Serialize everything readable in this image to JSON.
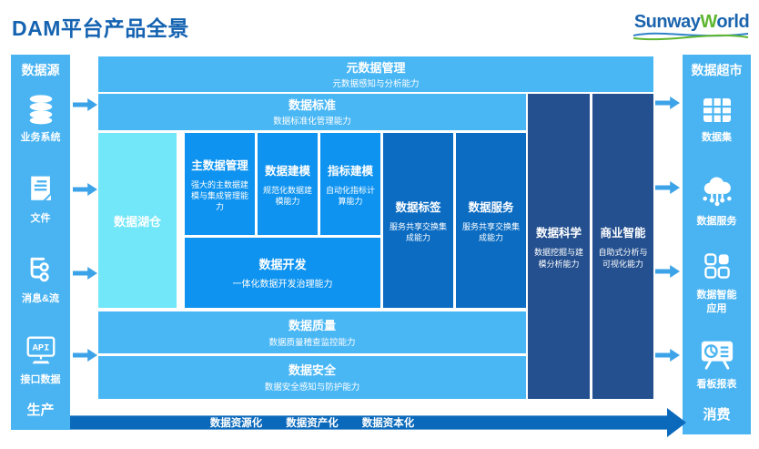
{
  "title": "DAM平台产品全景",
  "logo": {
    "blue1": "Sunway",
    "green": "W",
    "blue2": "orld"
  },
  "left_sidebar": {
    "header": "数据源",
    "items": [
      {
        "label": "业务系统",
        "icon": "database-icon"
      },
      {
        "label": "文件",
        "icon": "file-icon"
      },
      {
        "label": "消息&流",
        "icon": "stream-icon"
      },
      {
        "label": "接口数据",
        "icon": "api-icon",
        "icon_text": "API"
      }
    ],
    "footer": "生产"
  },
  "right_sidebar": {
    "header": "数据超市",
    "items": [
      {
        "label": "数据集",
        "icon": "dataset-grid-icon"
      },
      {
        "label": "数据服务",
        "icon": "cloud-service-icon"
      },
      {
        "label": "数据智能应用",
        "icon": "apps-icon"
      },
      {
        "label": "看板报表",
        "icon": "dashboard-board-icon"
      }
    ],
    "footer": "消费"
  },
  "boxes": {
    "metadata": {
      "title": "元数据管理",
      "subtitle": "元数据感知与分析能力"
    },
    "standards": {
      "title": "数据标准",
      "subtitle": "数据标准化管理能力"
    },
    "lake": {
      "title": "数据湖仓"
    },
    "master": {
      "title": "主数据管理",
      "subtitle": "强大的主数据建模与集成管理能力"
    },
    "modeling": {
      "title": "数据建模",
      "subtitle": "规范化数据建模能力"
    },
    "indicator": {
      "title": "指标建模",
      "subtitle": "自动化指标计算能力"
    },
    "tags": {
      "title": "数据标签",
      "subtitle": "服务共享交换集成能力"
    },
    "services": {
      "title": "数据服务",
      "subtitle": "服务共享交换集成能力"
    },
    "dev": {
      "title": "数据开发",
      "subtitle": "一体化数据开发治理能力"
    },
    "quality": {
      "title": "数据质量",
      "subtitle": "数据质量稽查监控能力"
    },
    "security": {
      "title": "数据安全",
      "subtitle": "数据安全感知与防护能力"
    },
    "science": {
      "title": "数据科学",
      "subtitle": "数据挖掘与建模分析能力"
    },
    "bi": {
      "title": "商业智能",
      "subtitle": "自助式分析与可视化能力"
    }
  },
  "bottom_arrow": {
    "labels": [
      "数据资源化",
      "数据资产化",
      "数据资本化"
    ]
  },
  "colors": {
    "light_blue": "#4ab7f5",
    "cyan": "#72e7f9",
    "vivid_blue": "#0f93f0",
    "medium_blue": "#0c6cc2",
    "dark_navy": "#24508f",
    "arrow_blue": "#3da3e8",
    "bottom_arrow_blue": "#0a69bb",
    "title_blue": "#1563b1",
    "logo_green": "#5eb62f"
  }
}
